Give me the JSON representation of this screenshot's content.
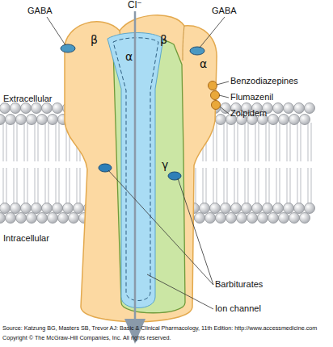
{
  "diagram": {
    "labels": [
      "Cl⁻",
      "GABA",
      "GABA",
      "β",
      "β",
      "α",
      "α",
      "γ",
      "Benzodiazepines",
      "Flumazenil",
      "Zolpidem",
      "Extracellular",
      "Intracellular",
      "Barbiturates",
      "Ion channel",
      "Source: Katzung BG, Masters SB, Trevor AJ: Basic & Clinical Pharmacology, 11th Edition: http://www.accessmedicine.com",
      "Copyright © The McGraw-Hill Companies, Inc. All rights reserved."
    ]
  }
}
